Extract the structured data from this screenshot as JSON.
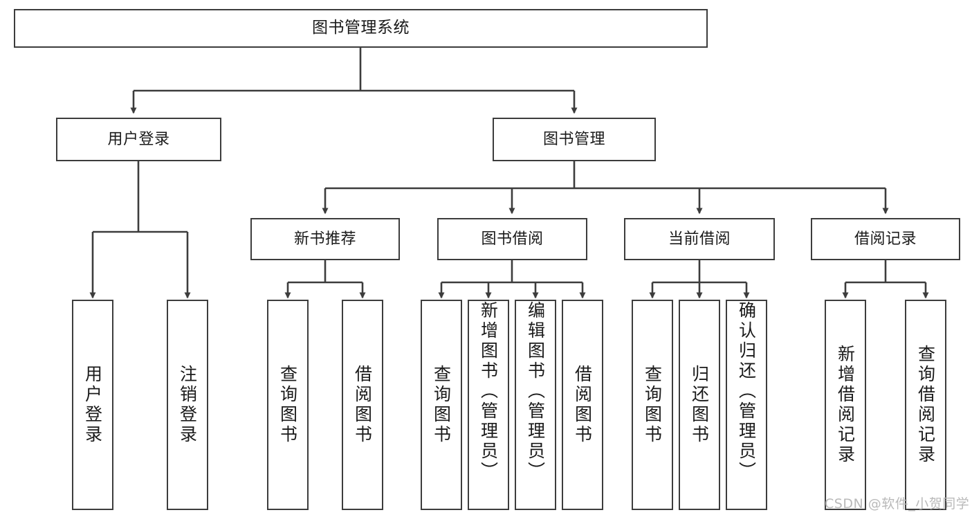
{
  "diagram": {
    "title": "图书管理系统",
    "type": "tree",
    "watermark": "CSDN @软件_小贺同学",
    "colors": {
      "box_border": "#3c3c3c",
      "box_fill": "#ffffff",
      "connector": "#3c3c3c",
      "text": "#1a1a1a",
      "watermark": "#b9b9b9",
      "background": "#ffffff"
    },
    "nodes": {
      "root": {
        "label": "图书管理系统",
        "level": 1
      },
      "l2": [
        {
          "id": "user-login",
          "label": "用户登录",
          "level": 2
        },
        {
          "id": "book-manage",
          "label": "图书管理",
          "level": 2
        }
      ],
      "l3": [
        {
          "id": "new-book-recommend",
          "label": "新书推荐",
          "level": 3,
          "parent": "book-manage"
        },
        {
          "id": "book-borrow",
          "label": "图书借阅",
          "level": 3,
          "parent": "book-manage"
        },
        {
          "id": "current-borrow",
          "label": "当前借阅",
          "level": 3,
          "parent": "book-manage"
        },
        {
          "id": "borrow-record",
          "label": "借阅记录",
          "level": 3,
          "parent": "book-manage"
        }
      ],
      "leaves": [
        {
          "id": "leaf-user-login",
          "label": "用户登录",
          "parent": "user-login"
        },
        {
          "id": "leaf-logout-login",
          "label": "注销登录",
          "parent": "user-login"
        },
        {
          "id": "leaf-query-book-1",
          "label": "查询图书",
          "parent": "new-book-recommend"
        },
        {
          "id": "leaf-borrow-book-1",
          "label": "借阅图书",
          "parent": "new-book-recommend"
        },
        {
          "id": "leaf-query-book-2",
          "label": "查询图书",
          "parent": "book-borrow"
        },
        {
          "id": "leaf-add-book",
          "label": "新增图书（管理员）",
          "parent": "book-borrow"
        },
        {
          "id": "leaf-edit-book",
          "label": "编辑图书（管理员）",
          "parent": "book-borrow"
        },
        {
          "id": "leaf-borrow-book-2",
          "label": "借阅图书",
          "parent": "book-borrow"
        },
        {
          "id": "leaf-query-book-3",
          "label": "查询图书",
          "parent": "current-borrow"
        },
        {
          "id": "leaf-return-book",
          "label": "归还图书",
          "parent": "current-borrow"
        },
        {
          "id": "leaf-confirm-return",
          "label": "确认归还（管理员）",
          "parent": "current-borrow"
        },
        {
          "id": "leaf-add-record",
          "label": "新增借阅记录",
          "parent": "borrow-record"
        },
        {
          "id": "leaf-query-record",
          "label": "查询借阅记录",
          "parent": "borrow-record"
        }
      ]
    }
  }
}
